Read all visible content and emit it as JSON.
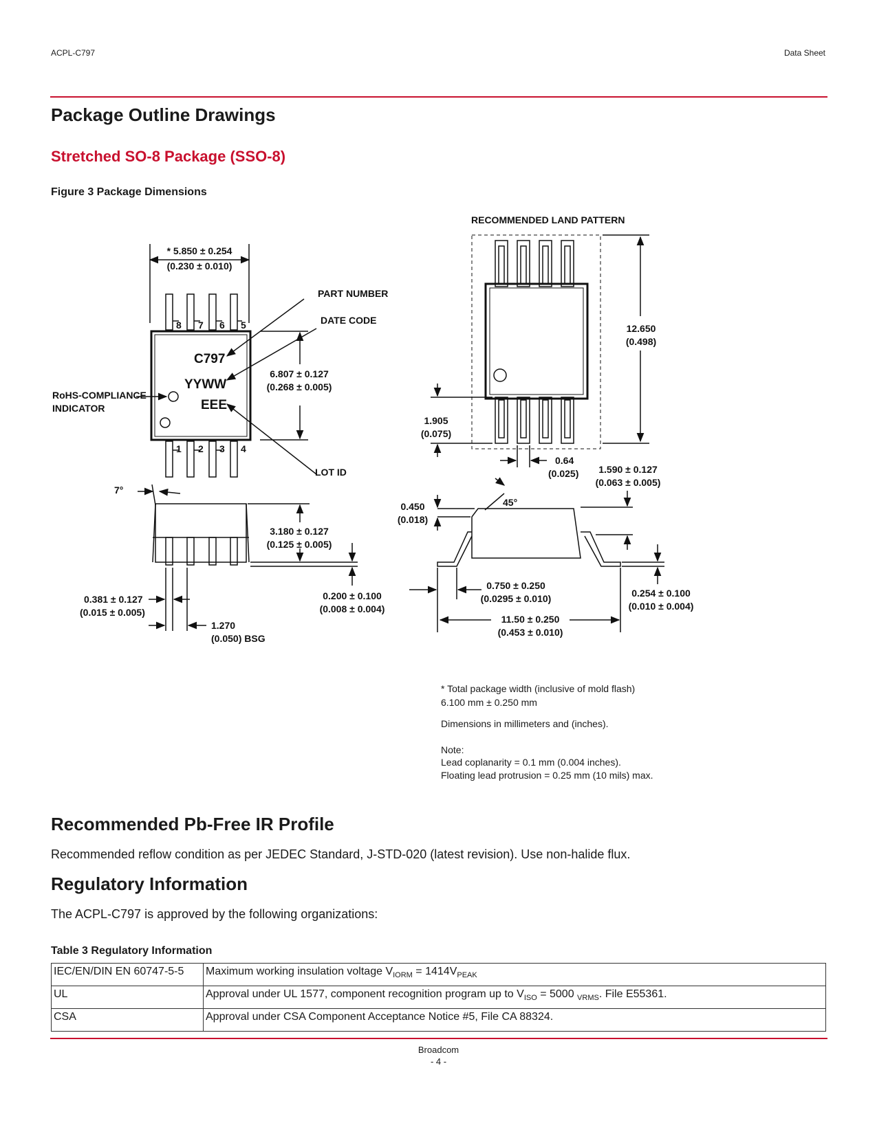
{
  "header": {
    "left": "ACPL-C797",
    "right": "Data Sheet"
  },
  "title": "Package Outline Drawings",
  "subtitle": "Stretched SO-8 Package (SSO-8)",
  "figure_caption": "Figure 3  Package Dimensions",
  "drawing": {
    "land_pattern_title": "RECOMMENDED LAND PATTERN",
    "width_dim": "* 5.850 ± 0.254",
    "width_dim_in": "(0.230 ± 0.010)",
    "part_number": "PART NUMBER",
    "date_code": "DATE CODE",
    "lot_id": "LOT ID",
    "rohs_line1": "RoHS-COMPLIANCE",
    "rohs_line2": "INDICATOR",
    "marking_part": "C797",
    "marking_date": "YYWW",
    "marking_lot": "EEE",
    "pin_top": [
      "8",
      "7",
      "6",
      "5"
    ],
    "pin_bottom": [
      "1",
      "2",
      "3",
      "4"
    ],
    "body_len": "6.807 ± 0.127",
    "body_len_in": "(0.268 ± 0.005)",
    "angle_7": "7°",
    "height": "3.180 ± 0.127",
    "height_in": "(0.125 ± 0.005)",
    "lead_w": "0.381 ± 0.127",
    "lead_w_in": "(0.015 ± 0.005)",
    "standoff": "0.200 ± 0.100",
    "standoff_in": "(0.008 ± 0.004)",
    "pitch": "1.270",
    "pitch_in": "(0.050) BSG",
    "land_h": "12.650",
    "land_h_in": "(0.498)",
    "pad_len": "1.905",
    "pad_len_in": "(0.075)",
    "pad_w": "0.64",
    "pad_w_in": "(0.025)",
    "lead_len": "1.590 ± 0.127",
    "lead_len_in": "(0.063 ± 0.005)",
    "chamfer": "0.450",
    "chamfer_in": "(0.018)",
    "angle_45": "45°",
    "foot_len": "0.750 ± 0.250",
    "foot_len_in": "(0.0295 ± 0.010)",
    "lead_thk": "0.254 ± 0.100",
    "lead_thk_in": "(0.010 ± 0.004)",
    "overall": "11.50 ± 0.250",
    "overall_in": "(0.453 ± 0.010)"
  },
  "notes": {
    "n1": "* Total package width (inclusive of mold flash)",
    "n2": "6.100 mm ± 0.250 mm",
    "n3": "Dimensions in millimeters and (inches).",
    "n4": "Note:",
    "n5": "Lead coplanarity = 0.1 mm (0.004 inches).",
    "n6": "Floating lead protrusion = 0.25 mm (10 mils) max."
  },
  "ir_profile": {
    "heading": "Recommended Pb-Free IR Profile",
    "text": "Recommended reflow condition as per JEDEC Standard, J-STD-020 (latest revision). Use non-halide flux."
  },
  "regulatory": {
    "heading": "Regulatory Information",
    "text": "The ACPL-C797 is approved by the following organizations:",
    "table_caption": "Table 3  Regulatory Information",
    "rows": [
      {
        "org": "IEC/EN/DIN EN 60747-5-5",
        "d1": "Maximum working insulation voltage V",
        "s1": "IORM",
        "d2": " = 1414V",
        "s2": "PEAK",
        "d3": ""
      },
      {
        "org": "UL",
        "d1": "Approval under UL 1577, component recognition program up to V",
        "s1": "ISO",
        "d2": " = 5000 ",
        "s2": "VRMS",
        "d3": ". File E55361."
      },
      {
        "org": "CSA",
        "d1": "Approval under CSA Component Acceptance Notice #5, File CA 88324.",
        "s1": "",
        "d2": "",
        "s2": "",
        "d3": ""
      }
    ]
  },
  "footer": {
    "company": "Broadcom",
    "page": "- 4 -"
  }
}
